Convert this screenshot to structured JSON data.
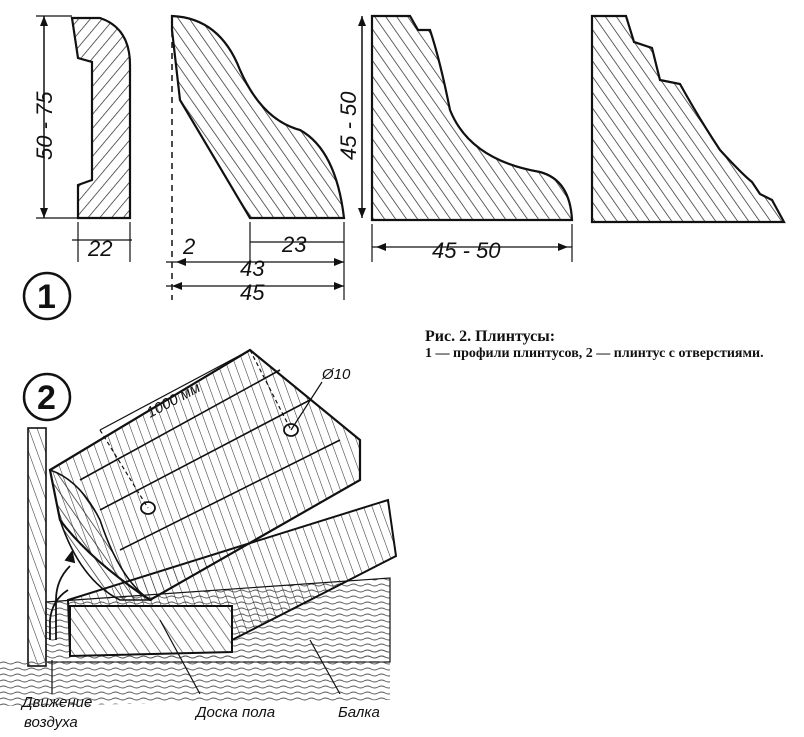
{
  "figure": {
    "title": "Рис. 2. Плинтусы:",
    "caption": "1 — профили плинтусов, 2 — плинтус с отверстиями."
  },
  "panel1": {
    "number": "1",
    "profile1": {
      "height_dim": "50 - 75",
      "width_dim": "22"
    },
    "profile2": {
      "dim_a": "2",
      "dim_b": "23",
      "dim_c": "43",
      "dim_d": "45"
    },
    "profile3": {
      "height_dim": "45 - 50",
      "width_dim": "45 - 50"
    }
  },
  "panel2": {
    "number": "2",
    "length_dim": "1000 мм",
    "hole_dim": "Ø10",
    "labels": {
      "air_line1": "Движение",
      "air_line2": "воздуха",
      "floorboard": "Доска пола",
      "beam": "Балка"
    }
  }
}
